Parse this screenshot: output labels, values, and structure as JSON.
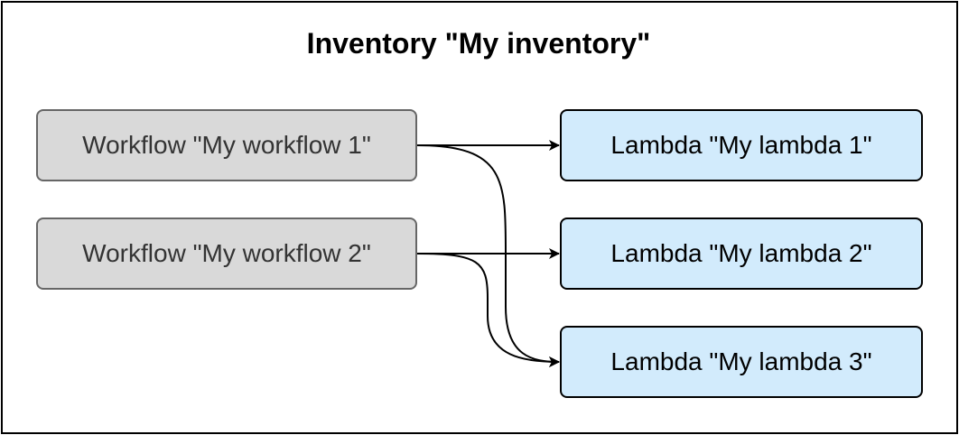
{
  "diagram": {
    "title": "Inventory \"My inventory\"",
    "workflows": [
      {
        "id": "w1",
        "label": "Workflow \"My workflow 1\""
      },
      {
        "id": "w2",
        "label": "Workflow \"My workflow 2\""
      }
    ],
    "lambdas": [
      {
        "id": "l1",
        "label": "Lambda \"My lambda 1\""
      },
      {
        "id": "l2",
        "label": "Lambda \"My lambda 2\""
      },
      {
        "id": "l3",
        "label": "Lambda \"My lambda 3\""
      }
    ],
    "edges": [
      {
        "from": "w1",
        "to": "l1"
      },
      {
        "from": "w1",
        "to": "l3"
      },
      {
        "from": "w2",
        "to": "l2"
      },
      {
        "from": "w2",
        "to": "l3"
      }
    ],
    "colors": {
      "workflow_fill": "#d9d9d9",
      "workflow_border": "#666666",
      "workflow_text": "#333333",
      "lambda_fill": "#d2ebfc",
      "lambda_border": "#000000",
      "edge": "#000000"
    }
  }
}
